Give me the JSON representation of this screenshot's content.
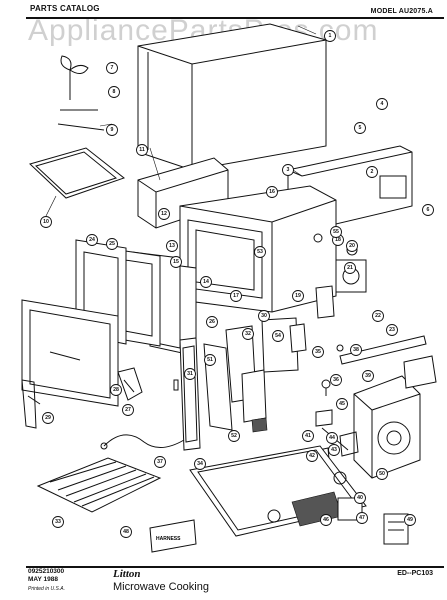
{
  "header": {
    "catalog_label": "PARTS CATALOG",
    "model_label": "MODEL AU2075.A"
  },
  "watermark": "AppliancePartsPros.com",
  "footer": {
    "part_number": "0925210300",
    "date": "MAY 1988",
    "printed": "Printed in U.S.A.",
    "brand": "Litton",
    "subtitle": "Microwave Cooking",
    "doc_number": "ED--PC103"
  },
  "callouts": [
    "1",
    "2",
    "3",
    "4",
    "5",
    "6",
    "7",
    "8",
    "9",
    "10",
    "11",
    "12",
    "13",
    "14",
    "15",
    "16",
    "17",
    "18",
    "19",
    "20",
    "21",
    "22",
    "23",
    "24",
    "25",
    "26",
    "27",
    "28",
    "29",
    "30",
    "31",
    "32",
    "33",
    "34",
    "35",
    "36",
    "37",
    "38",
    "39",
    "40",
    "41",
    "42",
    "43",
    "44",
    "45",
    "46",
    "47",
    "48",
    "49",
    "50",
    "51",
    "52",
    "53",
    "54",
    "55"
  ],
  "labels": {
    "transformer_label": "HARNESS"
  }
}
